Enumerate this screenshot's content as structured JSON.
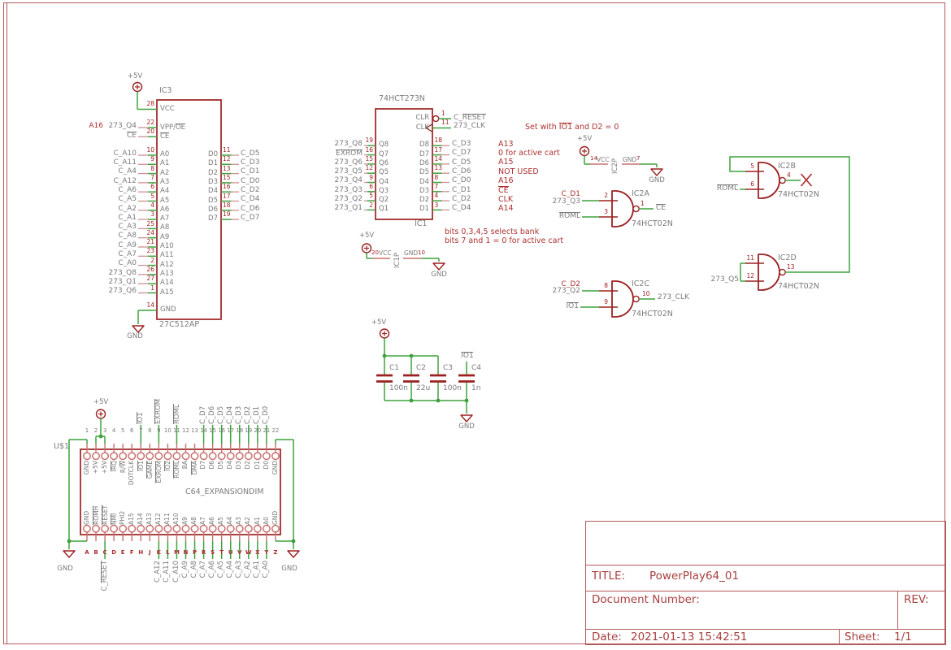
{
  "colors": {
    "outline": "#9b2121",
    "wire": "#3da23d",
    "gray": "#7b7b7b",
    "red": "#ae2f2f",
    "pin": "#c9706e",
    "pink": "#d09090",
    "frame": "#b35b5b",
    "title_text": "#a84040"
  },
  "power": {
    "plus5": "+5V",
    "gnd": "GND"
  },
  "ic3": {
    "ref": "IC3",
    "part": "27C512AP",
    "vcc": {
      "num": "28",
      "name": "VCC"
    },
    "vpp": {
      "num": "22",
      "name": "VPP/~OE~",
      "label": "273_Q4",
      "note": "A16"
    },
    "ce": {
      "num": "20",
      "name": "~CE~",
      "label": "~CE~"
    },
    "gnd": {
      "num": "14",
      "name": "GND"
    },
    "addr_pins": [
      [
        "10",
        "A0",
        "C_A10"
      ],
      [
        "9",
        "A1",
        "C_A11"
      ],
      [
        "8",
        "A2",
        "C_A4"
      ],
      [
        "7",
        "A3",
        "C_A12"
      ],
      [
        "6",
        "A4",
        "C_A6"
      ],
      [
        "5",
        "A5",
        "C_A5"
      ],
      [
        "4",
        "A6",
        "C_A2"
      ],
      [
        "3",
        "A7",
        "C_A1"
      ],
      [
        "25",
        "A8",
        "C_A3"
      ],
      [
        "24",
        "A9",
        "C_A8"
      ],
      [
        "21",
        "A10",
        "C_A9"
      ],
      [
        "23",
        "A11",
        "C_A7"
      ],
      [
        "2",
        "A12",
        "C_A0"
      ],
      [
        "26",
        "A13",
        "273_Q8"
      ],
      [
        "27",
        "A14",
        "273_Q1"
      ],
      [
        "1",
        "A15",
        "273_Q6"
      ]
    ],
    "data_pins": [
      [
        "11",
        "D0",
        "C_D5"
      ],
      [
        "12",
        "D1",
        "C_D3"
      ],
      [
        "13",
        "D2",
        "C_D1"
      ],
      [
        "15",
        "D3",
        "C_D0"
      ],
      [
        "16",
        "D4",
        "C_D2"
      ],
      [
        "17",
        "D5",
        "C_D4"
      ],
      [
        "18",
        "D6",
        "C_D6"
      ],
      [
        "19",
        "D7",
        "C_D7"
      ]
    ]
  },
  "ic1": {
    "ref": "IC1",
    "part": "74HCT273N",
    "clr": {
      "num": "1",
      "name": "CLR",
      "label": "C_~RESET~"
    },
    "clk": {
      "num": "11",
      "name": "CLK",
      "label": "273_CLK",
      "note": "Set with ~IO1~ and D2 = 0"
    },
    "q_pins": [
      [
        "19",
        "Q8",
        "273_Q8"
      ],
      [
        "16",
        "Q7",
        "~EXROM~"
      ],
      [
        "15",
        "Q6",
        "273_Q6"
      ],
      [
        "12",
        "Q5",
        "273_Q5"
      ],
      [
        "9",
        "Q4",
        "273_Q4"
      ],
      [
        "6",
        "Q3",
        "273_Q3"
      ],
      [
        "5",
        "Q2",
        "273_Q2"
      ],
      [
        "2",
        "Q1",
        "273_Q1"
      ]
    ],
    "d_pins": [
      [
        "18",
        "D8",
        "C_D3",
        "A13"
      ],
      [
        "17",
        "D7",
        "C_D7",
        "0 for active cart"
      ],
      [
        "14",
        "D6",
        "C_D5",
        "A15"
      ],
      [
        "13",
        "D5",
        "C_D6",
        "NOT USED"
      ],
      [
        "8",
        "D4",
        "C_D0",
        "A16"
      ],
      [
        "7",
        "D3",
        "C_D1",
        "~CE~"
      ],
      [
        "4",
        "D2",
        "C_D2",
        "CLK"
      ],
      [
        "3",
        "D1",
        "C_D4",
        "A14"
      ]
    ],
    "notes": [
      "bits 0,3,4,5 selects bank",
      "bits 7 and 1 = 0 for active cart"
    ],
    "power": {
      "ref": "IC1P",
      "vcc_num": "20",
      "vcc_name": "VCC",
      "gnd_name": "GND",
      "gnd_num": "10"
    }
  },
  "ic2_power": {
    "ref": "IC2P",
    "vcc_num": "14",
    "vcc_name": "VCC",
    "gnd_name": "GND",
    "gnd_num": "7"
  },
  "gates": {
    "a": {
      "ref": "IC2A",
      "part": "74HCT02N",
      "num_in1": "2",
      "num_in2": "3",
      "num_out": "1",
      "ann_in1": "C_D1",
      "lbl_in1": "273_Q3",
      "lbl_in2": "~ROML~",
      "lbl_out": "~CE~"
    },
    "b": {
      "ref": "IC2B",
      "part": "74HCT02N",
      "num_in1": "5",
      "num_in2": "6",
      "num_out": "4",
      "lbl_in2": "~ROML~"
    },
    "c": {
      "ref": "IC2C",
      "part": "74HCT02N",
      "num_in1": "8",
      "num_in2": "9",
      "num_out": "10",
      "ann_in1": "C_D2",
      "lbl_in1": "273_Q2",
      "lbl_in2": "~IO1~",
      "lbl_out": "273_CLK"
    },
    "d": {
      "ref": "IC2D",
      "part": "74HCT02N",
      "num_in1": "11",
      "num_in2": "12",
      "num_out": "13",
      "lbl_in2": "273_Q5"
    }
  },
  "caps": {
    "list": [
      {
        "ref": "C1",
        "value": "100n"
      },
      {
        "ref": "C2",
        "value": "22u"
      },
      {
        "ref": "C3",
        "value": "100n"
      },
      {
        "ref": "C4",
        "value": "1n"
      }
    ],
    "c4_label": "~IO1~"
  },
  "connector": {
    "ref": "U$1",
    "part": "C64_EXPANSIONDIM",
    "numbers": [
      "1",
      "2",
      "3",
      "4",
      "5",
      "6",
      "7",
      "8",
      "9",
      "10",
      "11",
      "12",
      "13",
      "14",
      "15",
      "16",
      "17",
      "18",
      "19",
      "20",
      "21",
      "22"
    ],
    "letters": [
      "A",
      "B",
      "C",
      "D",
      "E",
      "F",
      "H",
      "J",
      "K",
      "L",
      "M",
      "N",
      "P",
      "R",
      "S",
      "T",
      "U",
      "V",
      "W",
      "X",
      "Y",
      "Z"
    ],
    "top_names": [
      "GND",
      "+5V",
      "+5V",
      "~IRQ~",
      "R/~W~",
      "DOTCLK",
      "~IO1~",
      "~GAME~",
      "~EXROM~",
      "~IO2~",
      "~ROML~",
      "BA",
      "~DMA~",
      "D7",
      "D6",
      "D5",
      "D4",
      "D3",
      "D2",
      "D1",
      "D0",
      "GND"
    ],
    "bottom_names": [
      "GND",
      "~ROMH~",
      "~RESET~",
      "~NMI~",
      "PHI2",
      "A15",
      "A14",
      "A13",
      "A12",
      "A11",
      "A10",
      "A9",
      "A8",
      "A7",
      "A6",
      "A5",
      "A4",
      "A3",
      "A2",
      "A1",
      "A0",
      "GND"
    ],
    "top_labels": {
      "7": "~IO1~",
      "9": "~EXROM~",
      "11": "~ROML~",
      "14": "C_D7",
      "15": "C_D6",
      "16": "C_D5",
      "17": "C_D4",
      "18": "C_D3",
      "19": "C_D2",
      "20": "C_D1",
      "21": "C_D0"
    },
    "bottom_labels": {
      "3": "C_~RESET~",
      "9": "C_A12",
      "10": "C_A11",
      "11": "C_A10",
      "12": "C_A9",
      "13": "C_A8",
      "14": "C_A7",
      "15": "C_A6",
      "16": "C_A5",
      "17": "C_A4",
      "18": "C_A3",
      "19": "C_A2",
      "20": "C_A1",
      "21": "C_A0"
    }
  },
  "title_block": {
    "title_label": "TITLE:",
    "title": "PowerPlay64_01",
    "doc_label": "Document Number:",
    "rev_label": "REV:",
    "date_label": "Date:",
    "date": "2021-01-13 15:42:51",
    "sheet_label": "Sheet:",
    "sheet": "1/1"
  }
}
